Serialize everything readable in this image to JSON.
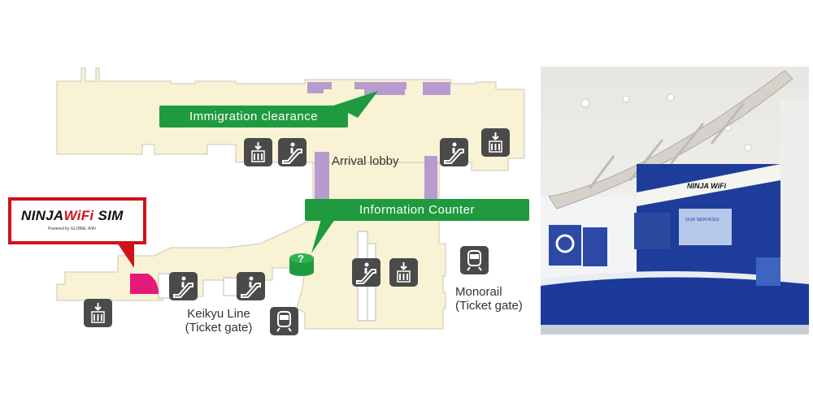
{
  "labels": {
    "immigration": "Immigration clearance",
    "arrival_lobby": "Arrival lobby",
    "information_counter": "Information Counter",
    "keikyu_line": "Keikyu Line",
    "keikyu_gate": "(Ticket gate)",
    "monorail": "Monorail",
    "monorail_gate": "(Ticket gate)"
  },
  "logo": {
    "ninja": "NINJA",
    "wifi": "WiFi",
    "sim": "SIM",
    "powered": "Powered by GLOBAL WiFi"
  },
  "photo": {
    "sign": "NINJA WiFi",
    "screen": "OUR SERVICES"
  },
  "colors": {
    "floor": "#f7f3d4",
    "green": "#1f9a3e",
    "purple": "#b79bcf",
    "shop": "#e4197a",
    "icon": "#4a4a4a",
    "logo_border": "#d0121b"
  }
}
